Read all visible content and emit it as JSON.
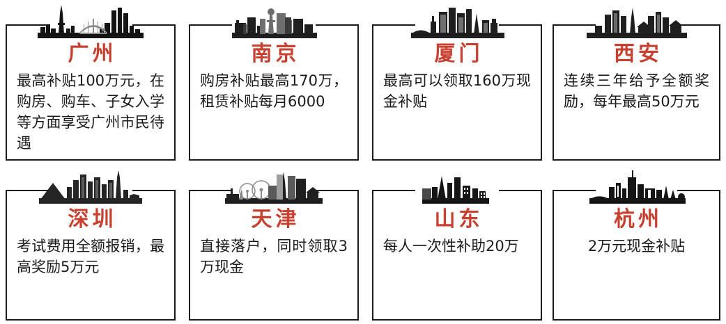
{
  "page": {
    "title": "城市人才补贴政策一览",
    "accent_color": "#c8402f",
    "text_color": "#1a1a1a",
    "border_color": "#1b1b1b",
    "background_color": "#ffffff",
    "columns": 4,
    "rows": 2
  },
  "cards": [
    {
      "city": "广州",
      "icon": "guangzhou-skyline-icon",
      "description": "最高补贴100万元，在购房、购车、子女入学等方面享受广州市民待遇",
      "align": "justify"
    },
    {
      "city": "南京",
      "icon": "nanjing-skyline-icon",
      "description": "购房补贴最高170万，租赁补贴每月6000",
      "align": "justify"
    },
    {
      "city": "厦门",
      "icon": "xiamen-skyline-icon",
      "description": "最高可以领取160万现金补贴",
      "align": "justify"
    },
    {
      "city": "西安",
      "icon": "xian-skyline-icon",
      "description": "连续三年给予全额奖励，每年最高50万元",
      "align": "justify"
    },
    {
      "city": "深圳",
      "icon": "shenzhen-skyline-icon",
      "description": "考试费用全额报销，最高奖励5万元",
      "align": "justify"
    },
    {
      "city": "天津",
      "icon": "tianjin-skyline-icon",
      "description": "直接落户，同时领取3万现金",
      "align": "justify"
    },
    {
      "city": "山东",
      "icon": "shandong-skyline-icon",
      "description": "每人一次性补助20万",
      "align": "justify"
    },
    {
      "city": "杭州",
      "icon": "hangzhou-skyline-icon",
      "description": "2万元现金补贴",
      "align": "center"
    }
  ]
}
